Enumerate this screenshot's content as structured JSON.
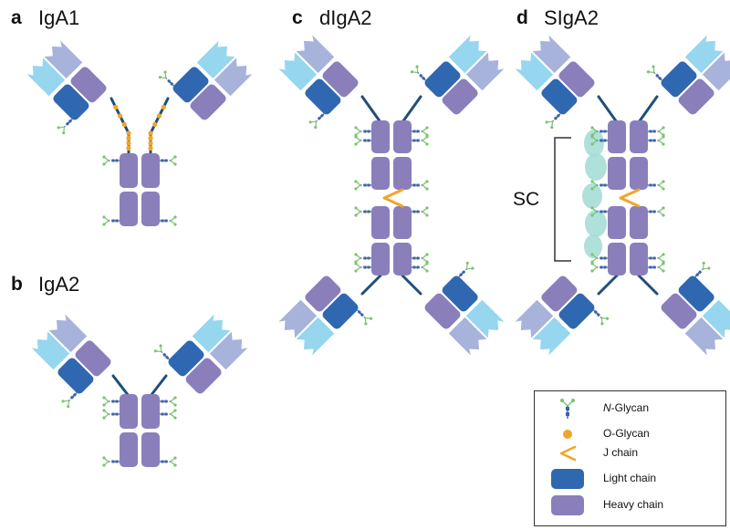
{
  "panels": [
    {
      "letter": "a",
      "name": "IgA1"
    },
    {
      "letter": "b",
      "name": "IgA2"
    },
    {
      "letter": "c",
      "name": "dIgA2"
    },
    {
      "letter": "d",
      "name": "SIgA2"
    }
  ],
  "secretory_component_label": "SC",
  "legend": {
    "items": [
      {
        "key": "n_glycan",
        "prefix": "N",
        "text": "-Glycan"
      },
      {
        "key": "o_glycan",
        "prefix": "",
        "text": "O-Glycan"
      },
      {
        "key": "j_chain",
        "prefix": "",
        "text": "J chain"
      },
      {
        "key": "light_chain",
        "prefix": "",
        "text": "Light chain"
      },
      {
        "key": "heavy_chain",
        "prefix": "",
        "text": "Heavy chain"
      }
    ]
  },
  "colors": {
    "light_chain": "#2f68b0",
    "light_chain_light": "#96d6ef",
    "heavy_chain": "#8a7fbb",
    "heavy_chain_light": "#a8b3dc",
    "j_chain": "#f0a52c",
    "o_glycan": "#f0a52c",
    "glycan_green": "#7cc46f",
    "glycan_blue": "#3e63a6",
    "secretory_component": "#a6ddd6",
    "hinge": "#1f4f7a"
  }
}
